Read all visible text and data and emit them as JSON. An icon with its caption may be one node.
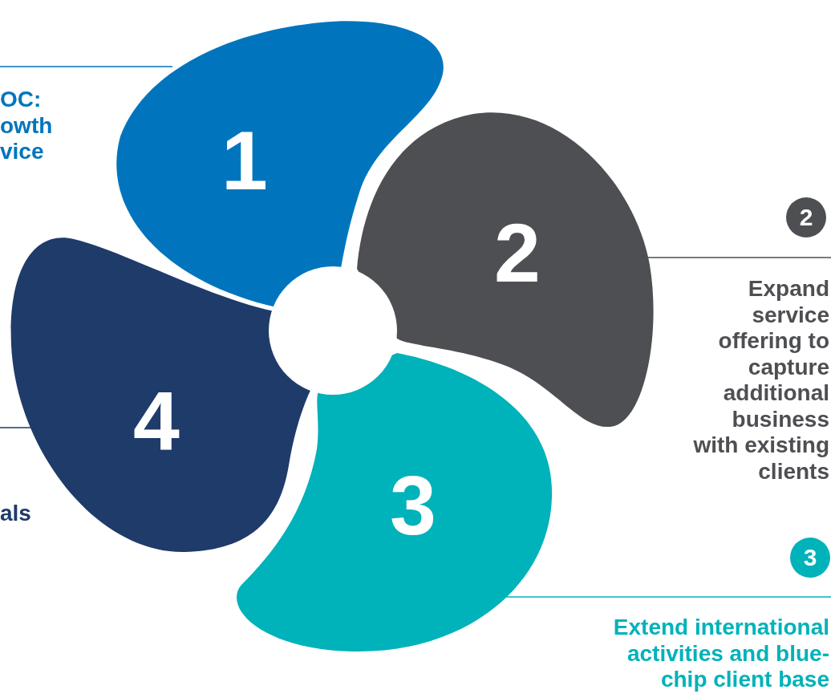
{
  "diagram": {
    "nodes": [
      {
        "text": [
          "1"
        ]
      },
      {
        "text": [
          "2"
        ]
      },
      {
        "text": [
          "3"
        ]
      },
      {
        "text": [
          "4"
        ]
      },
      {
        "text": [
          "2"
        ]
      },
      {
        "text": [
          "3"
        ]
      },
      {
        "text": [],
        "shape": "circle"
      }
    ],
    "labels": [
      "OC: owth vice",
      "Expand service offering to capture additional business with existing clients",
      "Extend international activities and blue-chip client base",
      "als"
    ]
  }
}
